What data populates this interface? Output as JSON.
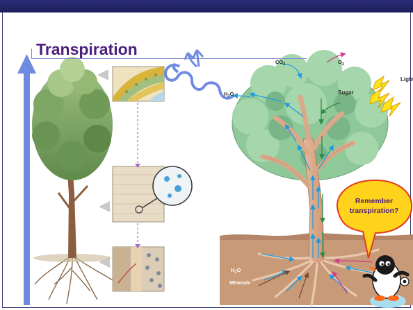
{
  "slide": {
    "title": "Transpiration"
  },
  "diagram": {
    "labels": {
      "co2": "CO",
      "co2_sub": "2",
      "o2": "O",
      "o2_sub": "2",
      "light": "Light",
      "sugar": "Sugar",
      "h2o_top": "H",
      "h2o_top_sub": "2",
      "h2o_top_end": "O",
      "h2o_soil": "H",
      "h2o_soil_sub": "2",
      "h2o_soil_end": "O",
      "minerals": "Minerals"
    },
    "callout": {
      "line1": "Remember",
      "line2": "transpiration?"
    }
  },
  "colors": {
    "band": "#1c1d5a",
    "title": "#4b1f7a",
    "up_arrow": "#6f8be0",
    "canopy": "#8fc99a",
    "trunk": "#d9a98a",
    "soil": "#c99a78",
    "water": "#1e9be0",
    "callout_fill": "#ffd21c",
    "callout_stroke": "#e23a1e"
  }
}
